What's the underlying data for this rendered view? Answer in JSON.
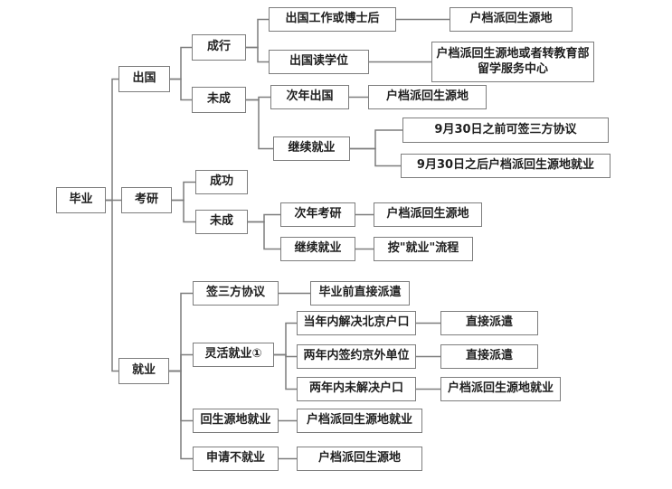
{
  "diagram": {
    "description": "毕业去向流程图",
    "colors": {
      "background": "#ffffff",
      "line": "#7d7d7d",
      "box_border": "#7d7d7d",
      "text": "#1f1f1f"
    },
    "nodes": [
      {
        "id": "biye",
        "label": "毕业"
      },
      {
        "id": "chuguo",
        "label": "出国"
      },
      {
        "id": "chengxing",
        "label": "成行"
      },
      {
        "id": "gongzuo_boshi",
        "label": "出国工作或博士后"
      },
      {
        "id": "hudang_top",
        "label": "户档派回生源地"
      },
      {
        "id": "du_xuewei",
        "label": "出国读学位"
      },
      {
        "id": "hudang_jiaoyubu",
        "label": "户档派回生源地或者转教育部留学服务中心"
      },
      {
        "id": "weicheng_chuguo",
        "label": "未成"
      },
      {
        "id": "cinian_chuguo",
        "label": "次年出国"
      },
      {
        "id": "hudang_cinian_chuguo",
        "label": "户档派回生源地"
      },
      {
        "id": "jixu_jiuye_chuguo",
        "label": "继续就业"
      },
      {
        "id": "sep30_before",
        "label": "9月30日之前可签三方协议"
      },
      {
        "id": "sep30_after",
        "label": "9月30日之后户档派回生源地就业"
      },
      {
        "id": "kaoyan",
        "label": "考研"
      },
      {
        "id": "chenggong",
        "label": "成功"
      },
      {
        "id": "weicheng_kaoyan",
        "label": "未成"
      },
      {
        "id": "cinian_kaoyan",
        "label": "次年考研"
      },
      {
        "id": "hudang_cinian_kaoyan",
        "label": "户档派回生源地"
      },
      {
        "id": "jixu_jiuye_kaoyan",
        "label": "继续就业"
      },
      {
        "id": "an_jiuye_liucheng",
        "label": "按\"就业\"流程"
      },
      {
        "id": "jiuye",
        "label": "就业"
      },
      {
        "id": "qian_sanfang",
        "label": "签三方协议"
      },
      {
        "id": "biyeqian_paiqian",
        "label": "毕业前直接派遣"
      },
      {
        "id": "linghuo_jiuye",
        "label": "灵活就业①"
      },
      {
        "id": "dangnian_hukou",
        "label": "当年内解决北京户口"
      },
      {
        "id": "zhijie_paiqian_1",
        "label": "直接派遣"
      },
      {
        "id": "liangnian_qianyue",
        "label": "两年内签约京外单位"
      },
      {
        "id": "zhijie_paiqian_2",
        "label": "直接派遣"
      },
      {
        "id": "liangnian_wei_jiejue",
        "label": "两年内未解决户口"
      },
      {
        "id": "hudang_jiuye_linghuo",
        "label": "户档派回生源地就业"
      },
      {
        "id": "hui_shengyuandi",
        "label": "回生源地就业"
      },
      {
        "id": "hudang_jiuye_hui",
        "label": "户档派回生源地就业"
      },
      {
        "id": "shenqing_bujiuye",
        "label": "申请不就业"
      },
      {
        "id": "hudang_shenqing",
        "label": "户档派回生源地"
      }
    ],
    "edges": [
      [
        "biye",
        "chuguo"
      ],
      [
        "biye",
        "kaoyan"
      ],
      [
        "biye",
        "jiuye"
      ],
      [
        "chuguo",
        "chengxing"
      ],
      [
        "chuguo",
        "weicheng_chuguo"
      ],
      [
        "chengxing",
        "gongzuo_boshi"
      ],
      [
        "chengxing",
        "du_xuewei"
      ],
      [
        "gongzuo_boshi",
        "hudang_top"
      ],
      [
        "du_xuewei",
        "hudang_jiaoyubu"
      ],
      [
        "weicheng_chuguo",
        "cinian_chuguo"
      ],
      [
        "weicheng_chuguo",
        "jixu_jiuye_chuguo"
      ],
      [
        "cinian_chuguo",
        "hudang_cinian_chuguo"
      ],
      [
        "jixu_jiuye_chuguo",
        "sep30_before"
      ],
      [
        "jixu_jiuye_chuguo",
        "sep30_after"
      ],
      [
        "kaoyan",
        "chenggong"
      ],
      [
        "kaoyan",
        "weicheng_kaoyan"
      ],
      [
        "weicheng_kaoyan",
        "cinian_kaoyan"
      ],
      [
        "weicheng_kaoyan",
        "jixu_jiuye_kaoyan"
      ],
      [
        "cinian_kaoyan",
        "hudang_cinian_kaoyan"
      ],
      [
        "jixu_jiuye_kaoyan",
        "an_jiuye_liucheng"
      ],
      [
        "jiuye",
        "qian_sanfang"
      ],
      [
        "jiuye",
        "linghuo_jiuye"
      ],
      [
        "jiuye",
        "hui_shengyuandi"
      ],
      [
        "jiuye",
        "shenqing_bujiuye"
      ],
      [
        "qian_sanfang",
        "biyeqian_paiqian"
      ],
      [
        "linghuo_jiuye",
        "dangnian_hukou"
      ],
      [
        "linghuo_jiuye",
        "liangnian_qianyue"
      ],
      [
        "linghuo_jiuye",
        "liangnian_wei_jiejue"
      ],
      [
        "dangnian_hukou",
        "zhijie_paiqian_1"
      ],
      [
        "liangnian_qianyue",
        "zhijie_paiqian_2"
      ],
      [
        "liangnian_wei_jiejue",
        "hudang_jiuye_linghuo"
      ],
      [
        "hui_shengyuandi",
        "hudang_jiuye_hui"
      ],
      [
        "shenqing_bujiuye",
        "hudang_shenqing"
      ]
    ]
  }
}
